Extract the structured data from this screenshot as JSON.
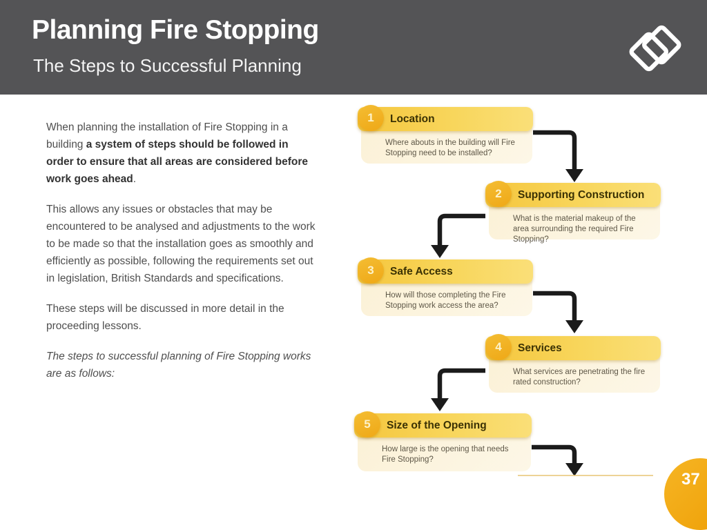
{
  "header": {
    "title": "Planning Fire Stopping",
    "subtitle": "The Steps to Successful Planning"
  },
  "intro": {
    "p1_normal": "When planning the installation of Fire Stopping in a building",
    "p1_bold": "a system of steps should be followed in order to ensure that all areas are considered before work goes ahead",
    "p1_end": ".",
    "p2": "This allows any issues or obstacles that may be encountered to be analysed and adjustments to the work to be made so that the installation goes as smoothly and efficiently as possible, following the requirements set out in legislation, British Standards and specifications.",
    "p3": "These steps will be discussed in more detail in the proceeding lessons.",
    "p4": "The steps to successful planning of Fire Stopping works are as follows:"
  },
  "steps": [
    {
      "num": "1",
      "title": "Location",
      "desc": "Where abouts in the building will Fire Stopping need to be installed?"
    },
    {
      "num": "2",
      "title": "Supporting Construction",
      "desc": "What is the material makeup of the area surrounding the required Fire Stopping?"
    },
    {
      "num": "3",
      "title": "Safe Access",
      "desc": "How will those completing the Fire Stopping work access the area?"
    },
    {
      "num": "4",
      "title": "Services",
      "desc": "What services are penetrating the fire rated construction?"
    },
    {
      "num": "5",
      "title": "Size of the Opening",
      "desc": "How large is the opening that needs Fire Stopping?"
    }
  ],
  "footer": {
    "page_number": "37"
  },
  "colors": {
    "header_bg": "#545456",
    "band_yellow": "#f5c63d",
    "badge_yellow": "#efa816",
    "body_cream": "#fbf1d6",
    "arrow_black": "#1b1b1b",
    "corner_orange": "#ee9f06"
  }
}
